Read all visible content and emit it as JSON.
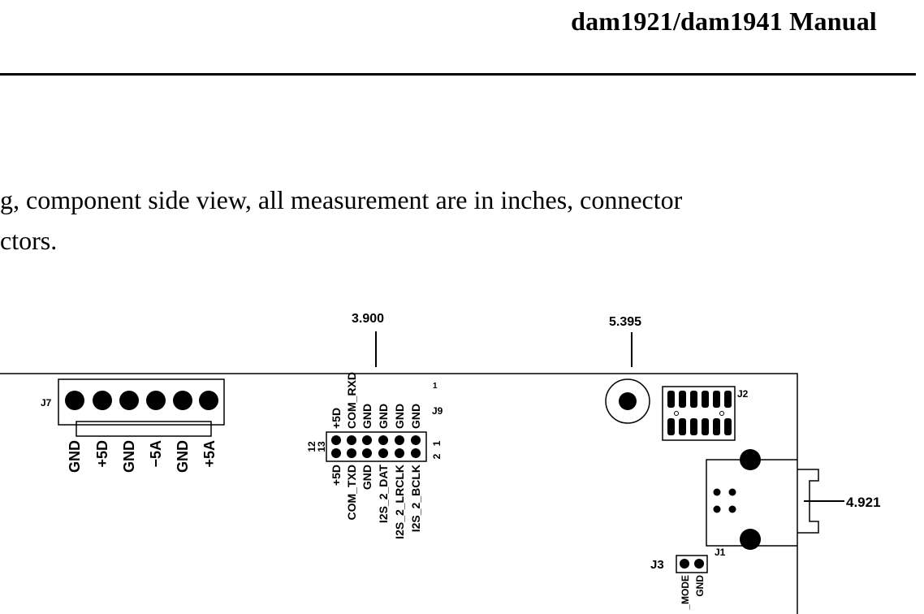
{
  "header": {
    "title": "dam1921/dam1941 Manual"
  },
  "body": {
    "line1": "g, component side view, all measurement are in inches, connector",
    "line2": "ctors."
  },
  "drawing": {
    "dimensions": {
      "d1": "3.900",
      "d2": "5.395",
      "d3": "4.921"
    },
    "j7": {
      "ref": "J7",
      "pins": [
        "GND",
        "+5D",
        "GND",
        "−5A",
        "GND",
        "+5A"
      ]
    },
    "j9": {
      "ref": "J9",
      "pin_1": "1",
      "pin_1_side": "1",
      "pin_2_side": "2",
      "pin_12": "12",
      "pin_13": "13",
      "top_labels": [
        "+5D",
        "COM_RXD",
        "GND",
        "GND",
        "GND",
        "GND"
      ],
      "bottom_labels": [
        "+5D",
        "COM_TXD",
        "GND",
        "I2S_2_DAT",
        "I2S_2_LRCLK",
        "I2S_2_BCLK"
      ]
    },
    "j2": {
      "ref": "J2"
    },
    "j1": {
      "ref": "J1"
    },
    "j3": {
      "ref": "J3",
      "labels": [
        "_MODE",
        "GND"
      ]
    }
  }
}
